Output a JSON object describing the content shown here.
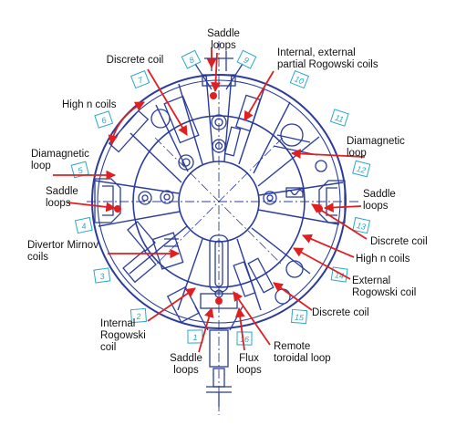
{
  "colors": {
    "drawing": "#2b3c9a",
    "arrow": "#e02020",
    "port_label": "#2aa7c9",
    "text": "#111111"
  },
  "port_numbers": [
    "1",
    "2",
    "3",
    "4",
    "5",
    "6",
    "7",
    "8",
    "9",
    "10",
    "11",
    "12",
    "13",
    "14",
    "15",
    "16"
  ],
  "labels": [
    {
      "id": "saddle-top",
      "lines": [
        "Saddle",
        "loops"
      ]
    },
    {
      "id": "discrete-top",
      "lines": [
        "Discrete coil"
      ]
    },
    {
      "id": "rogowski-partial",
      "lines": [
        "Internal, external",
        "partial Rogowski coils"
      ]
    },
    {
      "id": "high-n-left",
      "lines": [
        "High n coils"
      ]
    },
    {
      "id": "diamag-left",
      "lines": [
        "Diamagnetic",
        "loop"
      ]
    },
    {
      "id": "diamag-right",
      "lines": [
        "Diamagnetic",
        "loop"
      ]
    },
    {
      "id": "saddle-left",
      "lines": [
        "Saddle",
        "loops"
      ]
    },
    {
      "id": "saddle-right",
      "lines": [
        "Saddle",
        "loops"
      ]
    },
    {
      "id": "discrete-right",
      "lines": [
        "Discrete coil"
      ]
    },
    {
      "id": "high-n-right",
      "lines": [
        "High n coils"
      ]
    },
    {
      "id": "mirnov",
      "lines": [
        "Divertor Mirnov",
        "coils"
      ]
    },
    {
      "id": "ext-rogowski",
      "lines": [
        "External",
        "Rogowski coil"
      ]
    },
    {
      "id": "discrete-bottom",
      "lines": [
        "Discrete coil"
      ]
    },
    {
      "id": "int-rogowski",
      "lines": [
        "Internal",
        "Rogowski",
        "coil"
      ]
    },
    {
      "id": "remote-toroidal",
      "lines": [
        "Remote",
        "toroidal loop"
      ]
    },
    {
      "id": "saddle-bottom",
      "lines": [
        "Saddle",
        "loops"
      ]
    },
    {
      "id": "flux-loops",
      "lines": [
        "Flux",
        "loops"
      ]
    }
  ]
}
